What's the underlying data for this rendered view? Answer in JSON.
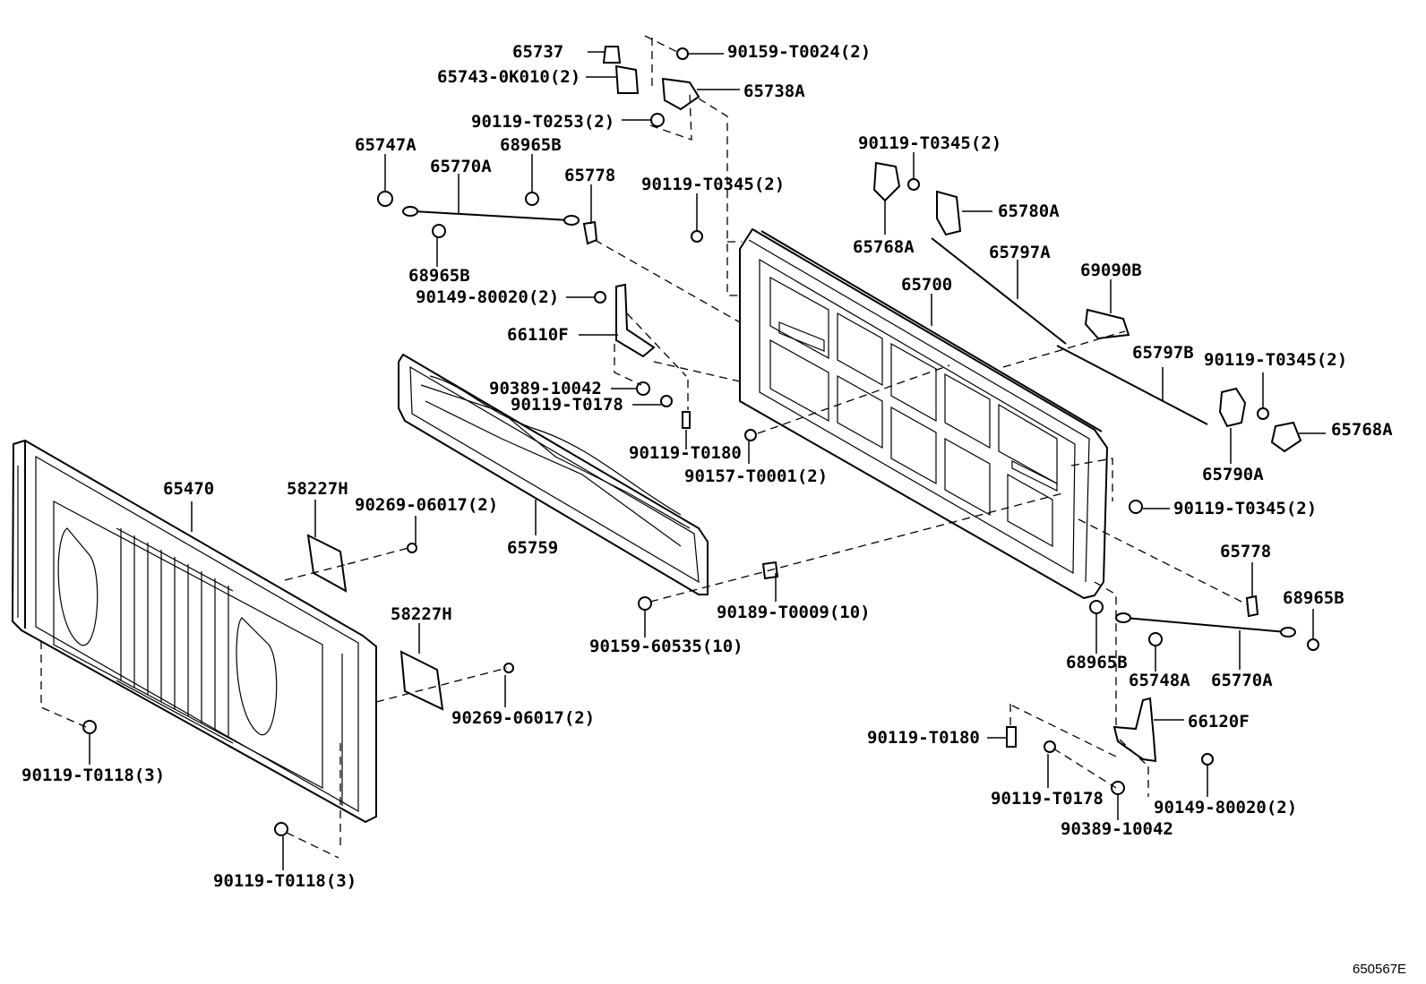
{
  "diagram_code": "650567E",
  "labels": {
    "p65737": "65737",
    "p65743": "65743-0K010(2)",
    "p90159_t0024": "90159-T0024(2)",
    "p65738a": "65738A",
    "p90119_t0253": "90119-T0253(2)",
    "p65747a": "65747A",
    "p68965b_a": "68965B",
    "p65770a_a": "65770A",
    "p65778_a": "65778",
    "p90119_t0345_a": "90119-T0345(2)",
    "p90119_t0345_b": "90119-T0345(2)",
    "p65768a_a": "65768A",
    "p65780a": "65780A",
    "p65797a": "65797A",
    "p69090b": "69090B",
    "p65700": "65700",
    "p68965b_b": "68965B",
    "p90149_80020_a": "90149-80020(2)",
    "p66110f": "66110F",
    "p90389_10042_a": "90389-10042",
    "p90119_t0178_a": "90119-T0178",
    "p90119_t0180_a": "90119-T0180",
    "p90157_t0001": "90157-T0001(2)",
    "p65797b": "65797B",
    "p90119_t0345_c": "90119-T0345(2)",
    "p65768a_b": "65768A",
    "p65790a": "65790A",
    "p90119_t0345_d": "90119-T0345(2)",
    "p65470": "65470",
    "p58227h_a": "58227H",
    "p90269_06017_a": "90269-06017(2)",
    "p65759": "65759",
    "p65778_b": "65778",
    "p68965b_c": "68965B",
    "p90189_t0009": "90189-T0009(10)",
    "p90159_60535": "90159-60535(10)",
    "p68965b_d": "68965B",
    "p65748a": "65748A",
    "p65770a_b": "65770A",
    "p58227h_b": "58227H",
    "p90269_06017_b": "90269-06017(2)",
    "p66120f": "66120F",
    "p90119_t0180_b": "90119-T0180",
    "p90119_t0118_a": "90119-T0118(3)",
    "p90119_t0178_b": "90119-T0178",
    "p90149_80020_b": "90149-80020(2)",
    "p90389_10042_b": "90389-10042",
    "p90119_t0118_b": "90119-T0118(3)"
  }
}
